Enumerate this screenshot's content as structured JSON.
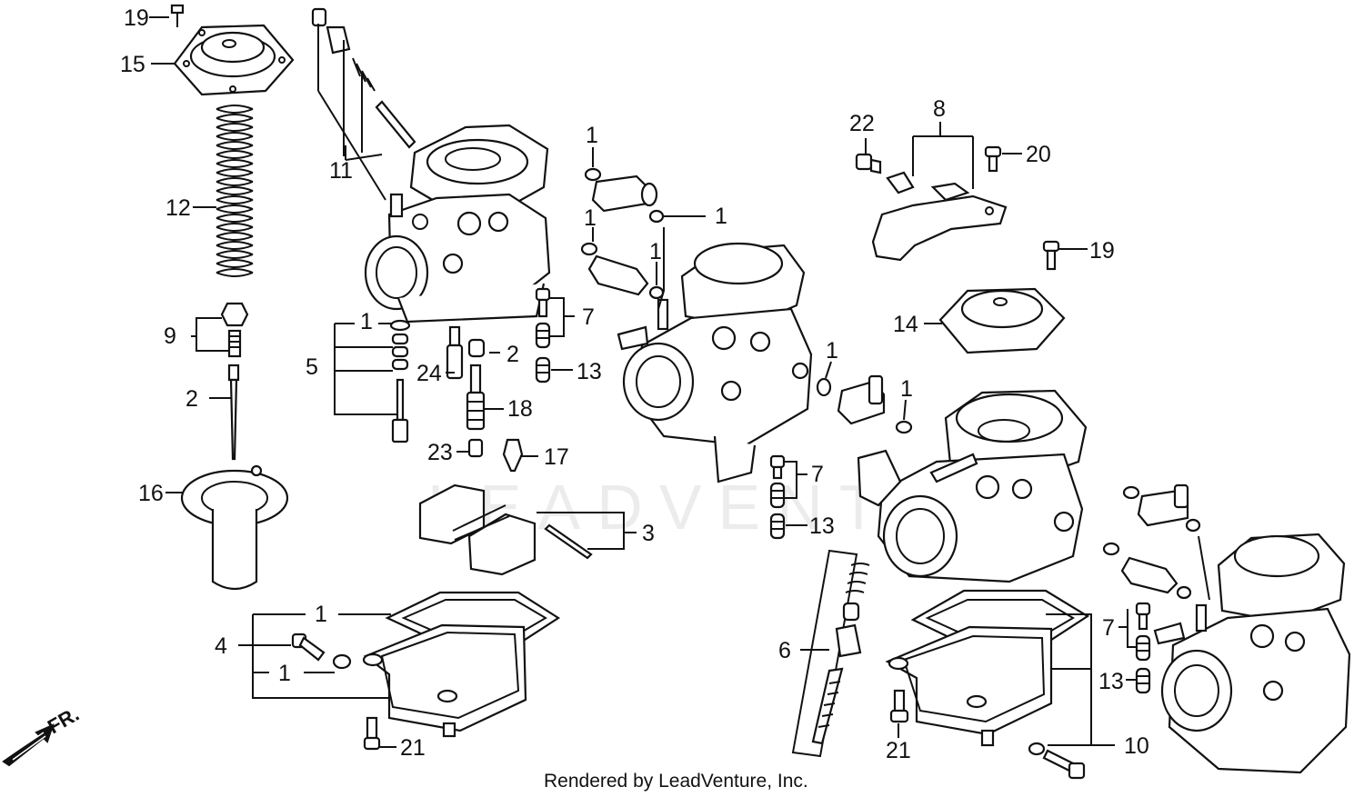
{
  "watermark": "LEADVENTURE",
  "credit": "Rendered by LeadVenture, Inc.",
  "direction_label": "FR.",
  "callouts": {
    "c19a": "19",
    "c15": "15",
    "c12": "12",
    "c9": "9",
    "c2a": "2",
    "c16": "16",
    "c11": "11",
    "c1a": "1",
    "c5": "5",
    "c24": "24",
    "c2b": "2",
    "c7a": "7",
    "c13a": "13",
    "c18": "18",
    "c23": "23",
    "c17": "17",
    "c3": "3",
    "c1b": "1",
    "c4": "4",
    "c1c": "1",
    "c21a": "21",
    "c1d": "1",
    "c1e": "1",
    "c1f": "1",
    "c1g": "1",
    "c8": "8",
    "c22": "22",
    "c20": "20",
    "c19b": "19",
    "c14": "14",
    "c1h": "1",
    "c1i": "1",
    "c7b": "7",
    "c13b": "13",
    "c6": "6",
    "c21b": "21",
    "c7c": "7",
    "c13c": "13",
    "c10": "10"
  }
}
